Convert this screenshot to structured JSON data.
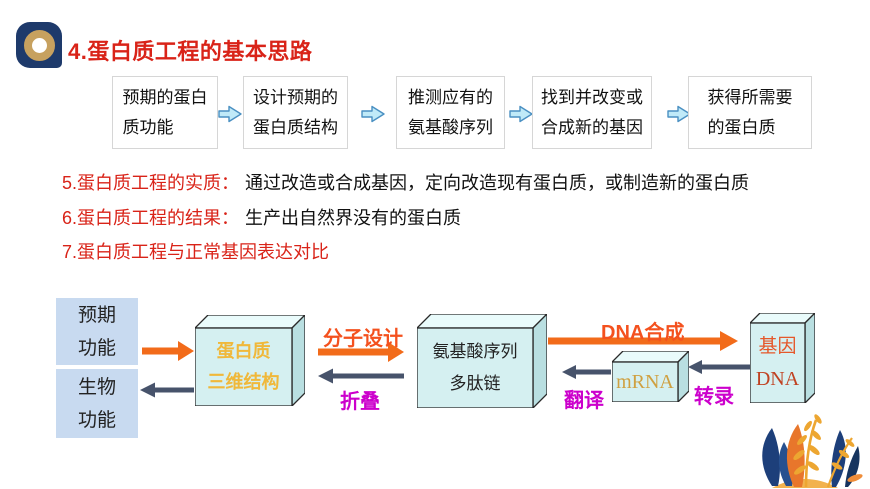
{
  "title": "4.蛋白质工程的基本思路",
  "flowchart": {
    "steps": [
      "预期的蛋白\n质功能",
      "设计预期的\n蛋白质结构",
      "推测应有的\n氨基酸序列",
      "找到并改变或\n合成新的基因",
      "获得所需要\n的蛋白质"
    ]
  },
  "points": [
    {
      "label": "5.蛋白质工程的实质：",
      "text": "通过改造或合成基因，定向改造现有蛋白质，或制造新的蛋白质"
    },
    {
      "label": "6.蛋白质工程的结果：",
      "text": "生产出自然界没有的蛋白质"
    },
    {
      "label": "7.蛋白质工程与正常基因表达对比",
      "text": ""
    }
  ],
  "diagram": {
    "expected_function": "预期\n功能",
    "biological_function": "生物\n功能",
    "protein_structure": "蛋白质\n三维结构",
    "amino_acid_chain": "氨基酸序列\n多肽链",
    "mrna": "mRNA",
    "gene": "基因",
    "dna": "DNA",
    "molecular_design": "分子设计",
    "folding": "折叠",
    "dna_synthesis": "DNA合成",
    "translation": "翻译",
    "transcription": "转录"
  },
  "colors": {
    "title_red": "#d92318",
    "arrow_orange": "#f26b1a",
    "arrow_dark_slate": "#47536b",
    "label_magenta": "#cc00cc",
    "cube_face_cyan": "#d5f0f1",
    "light_blue_box": "#c8daf0",
    "gold_text": "#f0b83a",
    "flow_arrow_cyan": "#c0eaf8"
  }
}
